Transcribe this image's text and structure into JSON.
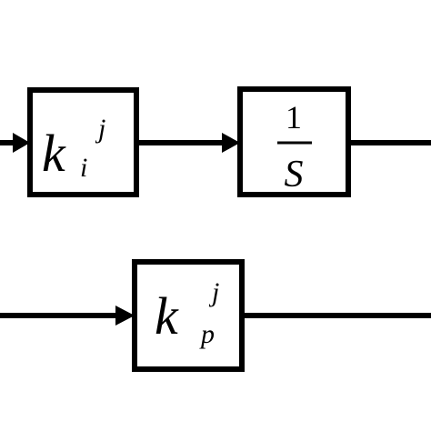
{
  "diagram": {
    "integral_gain": {
      "base": "k",
      "superscript": "j",
      "subscript": "i"
    },
    "integrator": {
      "numerator": "1",
      "denominator": "S"
    },
    "proportional_gain": {
      "base": "k",
      "superscript": "j",
      "subscript": "p"
    }
  },
  "colors": {
    "stroke": "#000000",
    "background": "#ffffff"
  }
}
